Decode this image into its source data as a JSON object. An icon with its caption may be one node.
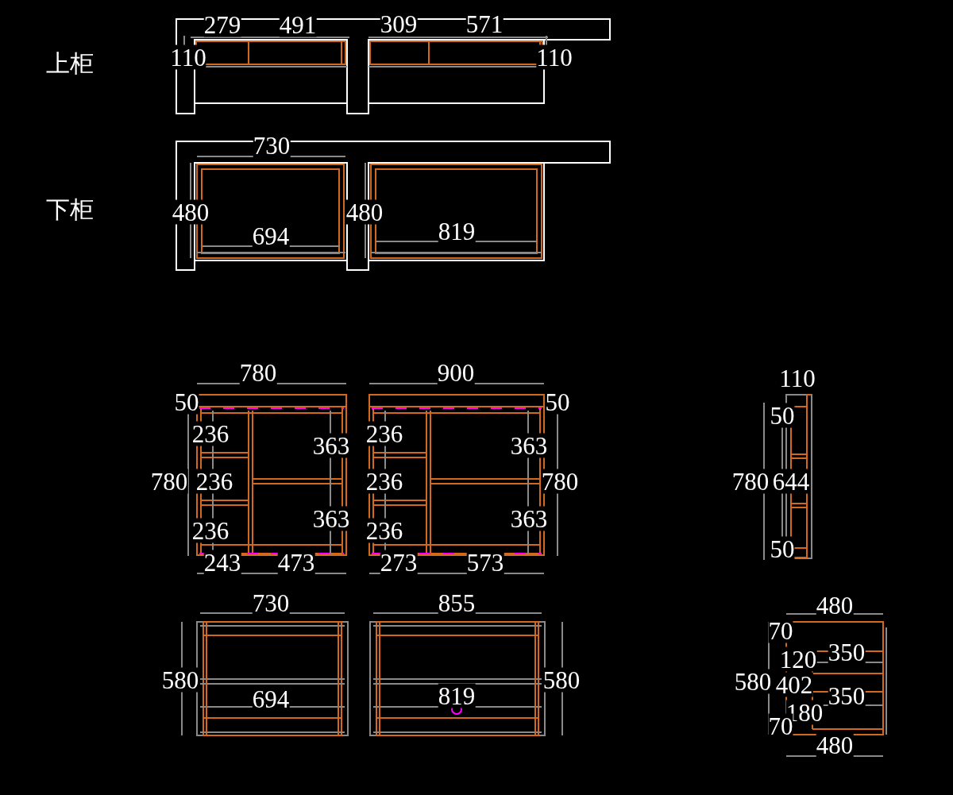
{
  "diagram": {
    "labels": [
      "上柜",
      "279",
      "491",
      "309",
      "571",
      "110",
      "110",
      "730",
      "下柜",
      "480",
      "480",
      "694",
      "819",
      "780",
      "900",
      "110",
      "50",
      "50",
      "50",
      "236",
      "363",
      "236",
      "363",
      "780",
      "236",
      "236",
      "780",
      "780",
      "644",
      "236",
      "363",
      "236",
      "363",
      "50",
      "243",
      "473",
      "273",
      "573",
      "730",
      "855",
      "480",
      "70",
      "350",
      "120",
      "580",
      "580",
      "580",
      "402",
      "694",
      "819",
      "350",
      "180",
      "70",
      "480"
    ]
  }
}
